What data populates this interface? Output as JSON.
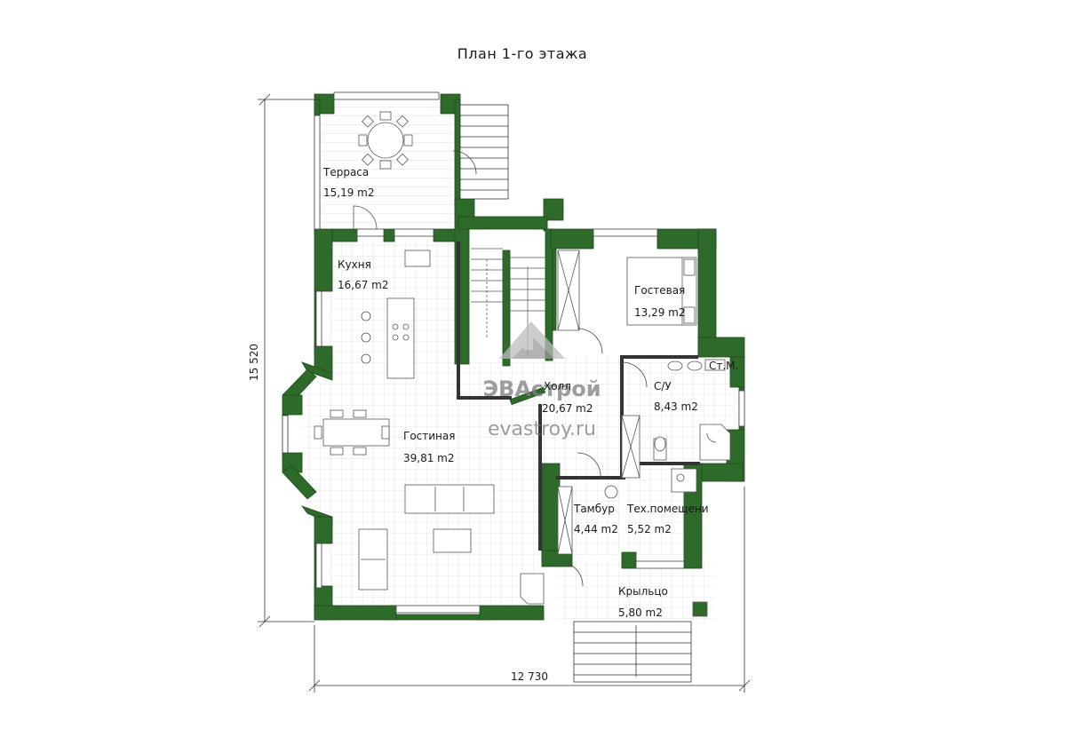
{
  "title": "План 1-го этажа",
  "colors": {
    "wall": "#2e6b2a",
    "tile": "#d8d8d8",
    "line": "#333333"
  },
  "rooms": [
    {
      "name": "Терраса",
      "area": "15,19 m2"
    },
    {
      "name": "Кухня",
      "area": "16,67 m2"
    },
    {
      "name": "Гостевая",
      "area": "13,29 m2"
    },
    {
      "name": "Холл",
      "area": "20,67 m2"
    },
    {
      "name": "С/У",
      "area": "8,43 m2"
    },
    {
      "name": "Гостиная",
      "area": "39,81 m2"
    },
    {
      "name": "Тамбур",
      "area": "4,44 m2"
    },
    {
      "name": "Тех.помещени",
      "area": "5,52 m2"
    },
    {
      "name": "Крыльцо",
      "area": "5,80 m2"
    }
  ],
  "dimensions": {
    "height": "15 520",
    "width": "12 730"
  },
  "watermark": {
    "brand": "ЭВАстрой",
    "site": "evastroy.ru"
  },
  "fixture_label": "Ст.М."
}
